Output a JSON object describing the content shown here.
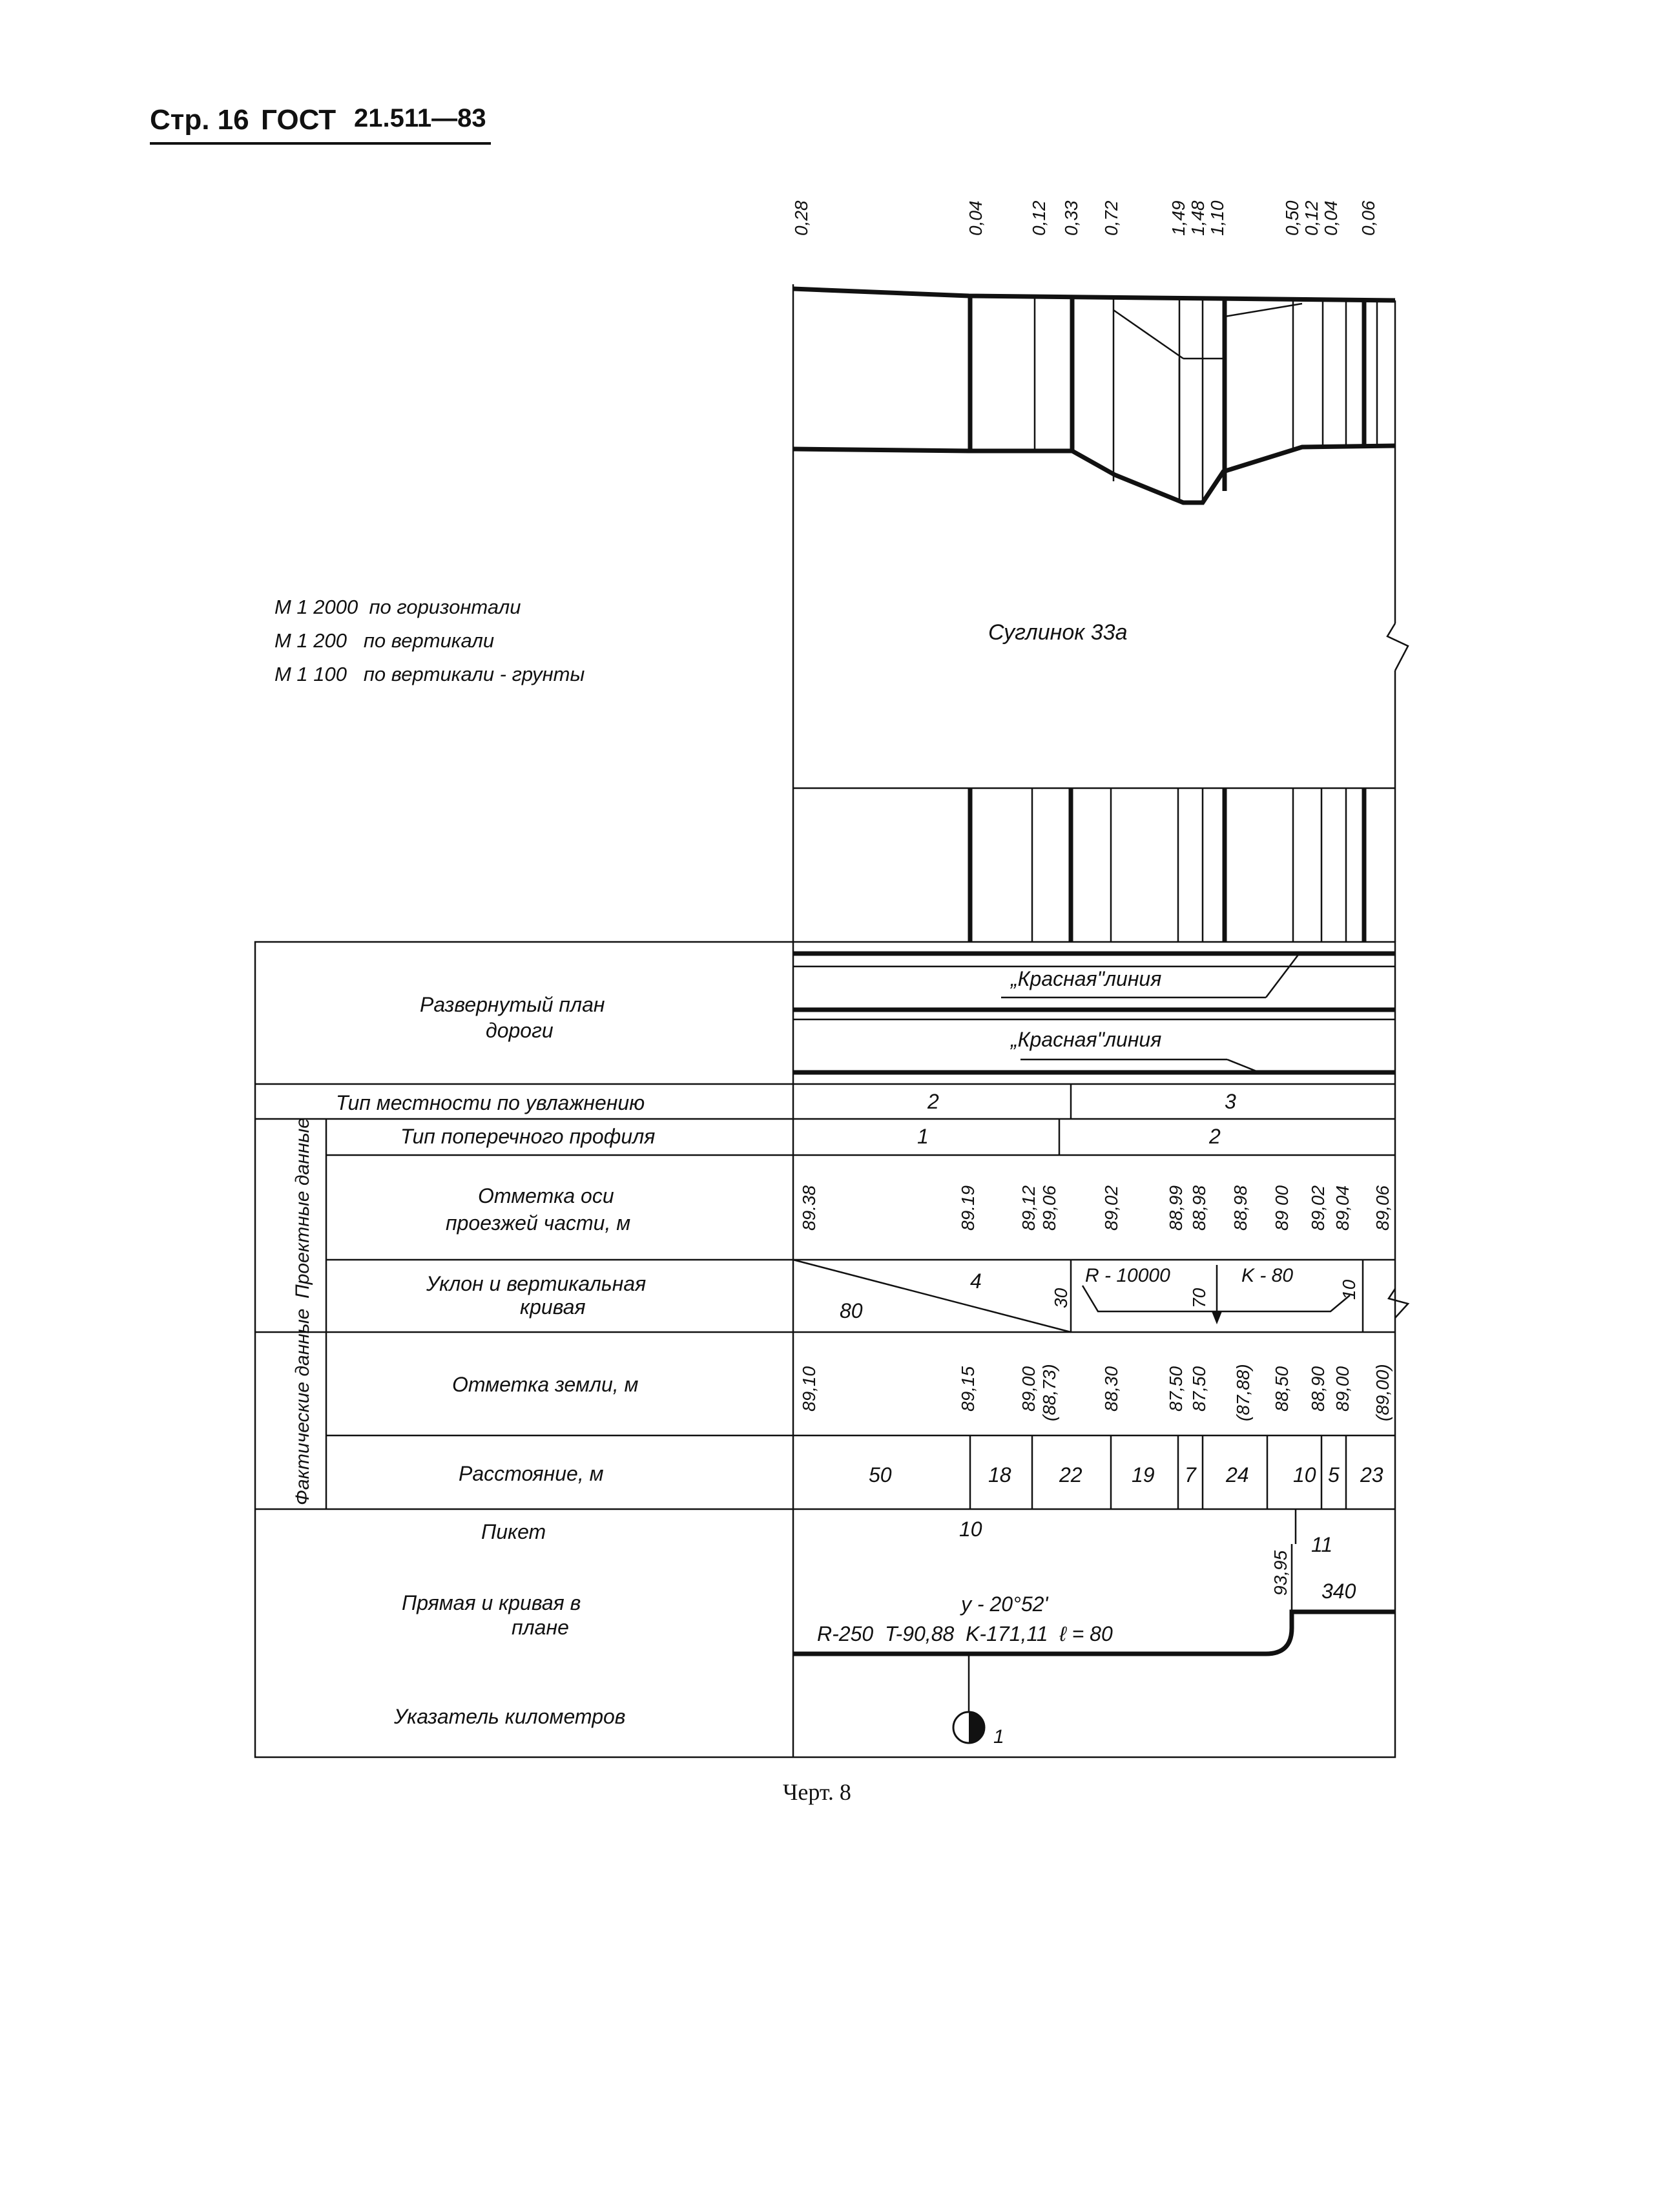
{
  "header": {
    "page_label": "Стр. 16",
    "standard": "ГОСТ",
    "number": "21.511—83"
  },
  "top_values": [
    "0,28",
    "0,04",
    "0,12",
    "0,33",
    "0,72",
    "1,49",
    "1,48",
    "1,10",
    "0,50",
    "0,12",
    "0,04",
    "0,06"
  ],
  "scale_notes": [
    "М 1 2000  по горизонтали",
    "М 1 200   по вертикали",
    "М 1 100   по вертикали - грунты"
  ],
  "soil_label": "Суглинок 33а",
  "plan": {
    "label_line1": "Развернутый план",
    "label_line2": "дороги",
    "red_line_1": "„Красная\"линия",
    "red_line_2": "„Красная\"линия"
  },
  "humidity": {
    "label": "Тип местности по увлажнению",
    "values": [
      "2",
      "3"
    ]
  },
  "cross_profile": {
    "label": "Тип поперечного профиля",
    "values": [
      "1",
      "2"
    ]
  },
  "groups": {
    "design": "Проектные данные",
    "actual": "Фактические данные"
  },
  "axis_elevation": {
    "label_line1": "Отметка оси",
    "label_line2": "проезжей части, м",
    "values": [
      "89.38",
      "89.19",
      "89,12",
      "89,06",
      "89,02",
      "88,99",
      "88,98",
      "88,98",
      "89 00",
      "89,02",
      "89,04",
      "89,06"
    ]
  },
  "slope": {
    "label_line1": "Уклон и вертикальная",
    "label_line2": "кривая",
    "grade_per_mille": "4",
    "length_1": "80",
    "length_2": "30",
    "radius": "R - 10000",
    "curve": "K - 80",
    "length_3": "70",
    "length_4": "10"
  },
  "ground_elevation": {
    "label": "Отметка земли, м",
    "values": [
      "89,10",
      "89,15",
      "89,00",
      "(88,73)",
      "88,30",
      "87,50",
      "87,50",
      "(87,88)",
      "88,50",
      "88,90",
      "89,00",
      "(89,00)"
    ]
  },
  "distance": {
    "label": "Расстояние, м",
    "values": [
      "50",
      "18",
      "22",
      "19",
      "7",
      "24",
      "10",
      "5",
      "23"
    ]
  },
  "picket": {
    "label": "Пикет",
    "value_1": "10",
    "value_2": "11",
    "offset": "93,95"
  },
  "alignment": {
    "label_line1": "Прямая и кривая в",
    "label_line2": "плане",
    "angle": "у - 20°52'",
    "params": "R-250  T-90,88  K-171,11  ℓ = 80",
    "straight_length": "340"
  },
  "km_marker": {
    "label": "Указатель километров",
    "value": "1"
  },
  "caption": "Черт. 8"
}
